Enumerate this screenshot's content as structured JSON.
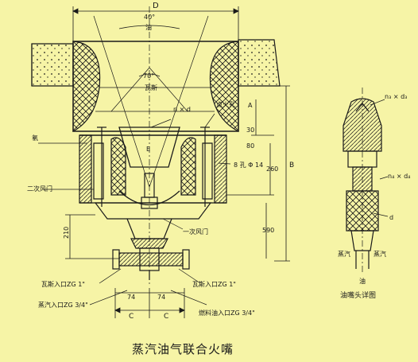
{
  "title": "蒸汽油气联合火嘴",
  "detail_title": "油嘴头详图",
  "dimensions": {
    "D": "D",
    "angle_40": "40°",
    "angle_70": "70°",
    "n_d": "n × d",
    "n_d3": "n₃ × d₃",
    "n_d4": "n₄ × d₄",
    "d": "d",
    "B": "B",
    "A": "A",
    "E": "E",
    "C": "C",
    "dim_30": "30",
    "dim_80": "80",
    "dim_260": "260",
    "dim_210": "210",
    "dim_590": "590",
    "dim_74": "74"
  },
  "labels": {
    "oil": "油",
    "gas_top": "瓦斯",
    "ignition_hole": "点火孔",
    "eight_holes": "8 孔 Φ 14",
    "secondary_damper": "二次风门",
    "primary_damper": "一次风门",
    "gas_inlet": "瓦斯入口ZG 1\"",
    "steam_inlet": "蒸汽入口ZG 3/4\"",
    "gas_inlet_right": "瓦斯入口ZG 1\"",
    "fuel_inlet": "燃料油入口ZG 3/4\"",
    "steam_left": "蒸汽",
    "steam_right": "蒸汽",
    "oil_bottom": "油",
    "side_mark": "氡"
  }
}
